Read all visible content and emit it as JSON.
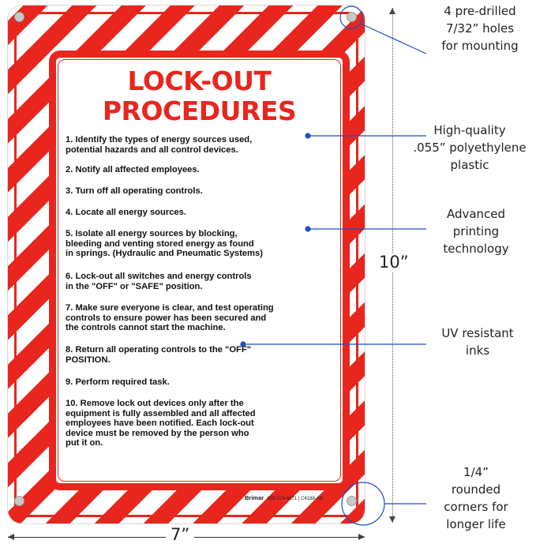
{
  "sign": {
    "title_line1": "LOCK-OUT",
    "title_line2": "PROCEDURES",
    "steps": [
      [
        "1. Identify the types of energy sources used,",
        "potential hazards and all control devices."
      ],
      [
        "2. Notify all affected employees."
      ],
      [
        "3. Turn off all operating controls."
      ],
      [
        "4. Locate all energy sources."
      ],
      [
        "5. Isolate all energy sources by blocking,",
        "bleeding and venting stored energy as found",
        "in springs. (Hydraulic and Pneumatic Systems)"
      ],
      [
        "6. Lock-out all switches and energy controls",
        "in the \"OFF\" or \"SAFE\" position."
      ],
      [
        "7. Make sure everyone is clear, and test operating",
        "controls to ensure power has been secured and",
        "the controls cannot start the machine."
      ],
      [
        "8. Return all operating controls to the \"OFF\"",
        "POSITION."
      ],
      [
        "9. Perform required task."
      ],
      [
        "10. Remove lock out devices only after the",
        "equipment is fully assembled and all affected",
        "employees have been notified. Each lock-out",
        "device must be removed by the person who",
        "put it on."
      ]
    ],
    "brand": "Brimar",
    "phone": "800-274-6271",
    "code": "C4188-AB"
  },
  "dimensions": {
    "height_label": "10”",
    "width_label": "7”"
  },
  "callouts": {
    "holes": [
      "4 pre-drilled",
      "7/32” holes",
      "for mounting"
    ],
    "plastic": [
      "High-quality",
      ".055” polyethylene",
      "plastic"
    ],
    "printing": [
      "Advanced",
      "printing",
      "technology"
    ],
    "inks": [
      "UV resistant",
      "inks"
    ],
    "corners": [
      "1/4”",
      "rounded",
      "corners for",
      "longer life"
    ]
  },
  "colors": {
    "sign_red": "#e8261d",
    "callout_blue": "#1f4fbf"
  }
}
